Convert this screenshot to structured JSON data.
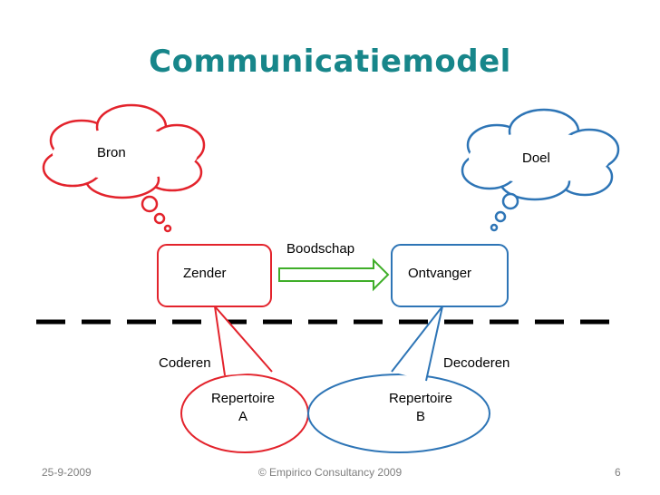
{
  "title": "Communicatiemodel",
  "labels": {
    "bron": "Bron",
    "doel": "Doel",
    "zender": "Zender",
    "ontvanger": "Ontvanger",
    "boodschap": "Boodschap",
    "coderen": "Coderen",
    "decoderen": "Decoderen",
    "repertoire_a_line1": "Repertoire",
    "repertoire_a_line2": "A",
    "repertoire_b_line1": "Repertoire",
    "repertoire_b_line2": "B"
  },
  "footer": {
    "date": "25-9-2009",
    "copyright": "© Empirico Consultancy 2009",
    "page": "6"
  },
  "colors": {
    "title": "#17868a",
    "sender": "#e3232c",
    "receiver": "#2e75b6",
    "arrow": "#3fae29",
    "dashes": "#000000"
  }
}
